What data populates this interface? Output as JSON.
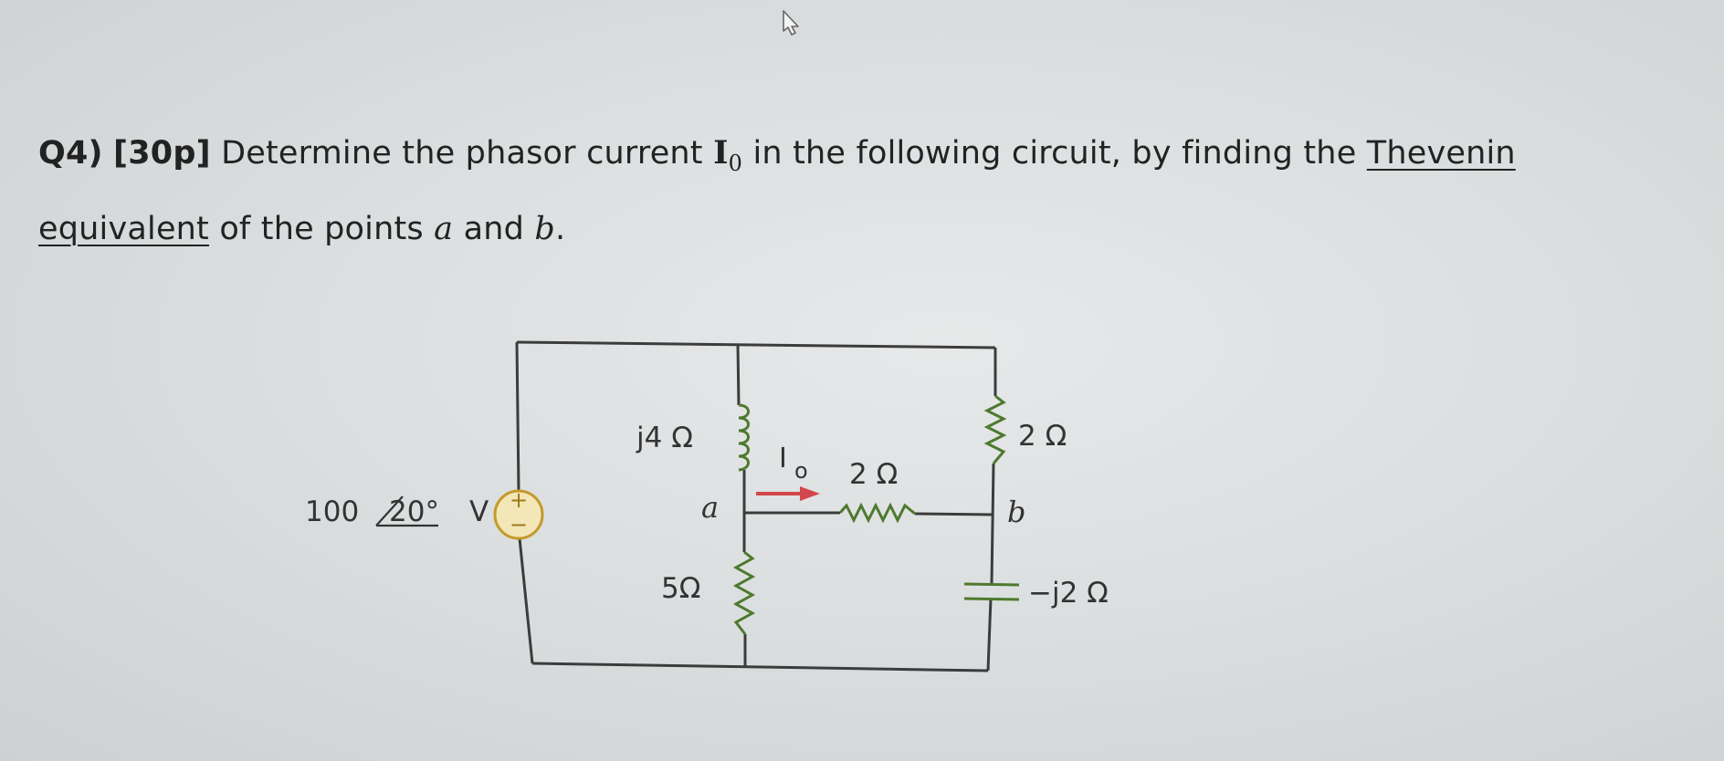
{
  "question": {
    "number": "Q4)",
    "points": "[30p]",
    "text1": "Determine the phasor current",
    "symbol": "I",
    "symbol_sub": "0",
    "text2": "in the following circuit, by finding the",
    "underlined1": "Thevenin",
    "underlined2": "equivalent",
    "text3": "of the points",
    "var_a": "a",
    "text4": "and",
    "var_b": "b",
    "text5": "."
  },
  "circuit": {
    "source_magnitude": "100",
    "source_angle": "20°",
    "source_unit": "V",
    "source_plus": "+",
    "source_minus": "−",
    "inductor_label": "j4 Ω",
    "node_a": "a",
    "left_resistor_label": "5Ω",
    "current_label": "I",
    "current_sub": "o",
    "mid_resistor_label": "2 Ω",
    "right_resistor_label": "2 Ω",
    "node_b": "b",
    "capacitor_label": "−j2 Ω"
  },
  "colors": {
    "wire": "#3c3c3c",
    "component": "#4d7a2e",
    "source_fill": "#f3e7b8",
    "source_stroke": "#c59a2a",
    "arrow": "#d2474b"
  }
}
